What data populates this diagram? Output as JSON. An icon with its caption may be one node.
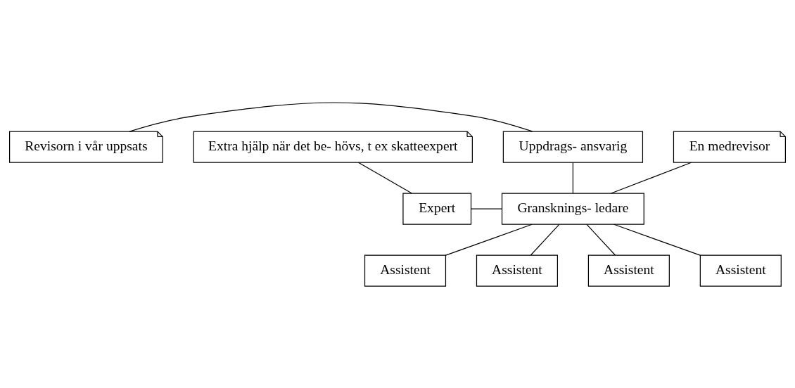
{
  "diagram": {
    "nodes": [
      {
        "text": [
          "Revisorn i vår uppsats"
        ]
      },
      {
        "text": [
          "Uppdrags- ansvarig"
        ]
      },
      {
        "text": [
          "Extra hjälp när det be- hövs, t ex skatteexpert"
        ]
      },
      {
        "text": [
          "En medrevisor"
        ]
      },
      {
        "text": [
          "Expert"
        ]
      },
      {
        "text": [
          "Gransknings- ledare"
        ]
      },
      {
        "text": [
          "Assistent"
        ]
      },
      {
        "text": [
          "Assistent"
        ]
      },
      {
        "text": [
          "Assistent"
        ]
      },
      {
        "text": [
          "Assistent"
        ]
      }
    ],
    "edges": [
      {
        "from": 0,
        "to": 1,
        "arrow": "none"
      },
      {
        "from": 2,
        "to": 4,
        "arrow": "none"
      },
      {
        "from": 1,
        "to": 5,
        "arrow": "none"
      },
      {
        "from": 3,
        "to": 5,
        "arrow": "none"
      },
      {
        "from": 4,
        "to": 5,
        "arrow": "none"
      },
      {
        "from": 5,
        "to": 6,
        "arrow": "none"
      },
      {
        "from": 5,
        "to": 7,
        "arrow": "none"
      },
      {
        "from": 5,
        "to": 8,
        "arrow": "none"
      },
      {
        "from": 5,
        "to": 9,
        "arrow": "none"
      }
    ]
  }
}
